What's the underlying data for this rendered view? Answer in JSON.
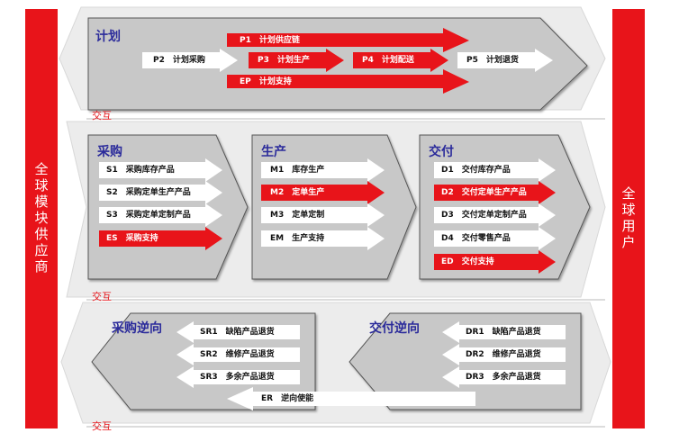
{
  "sides": {
    "left": "全球模块供应商",
    "right": "全球用户"
  },
  "interaction_label": "交互",
  "plan": {
    "title": "计划",
    "p1": "P1　计划供应链",
    "p2": "P2　计划采购",
    "p3": "P3　计划生产",
    "p4": "P4　计划配送",
    "p5": "P5　计划退货",
    "ep": "EP　计划支持"
  },
  "purchase": {
    "title": "采购",
    "items": [
      "S1　采购库存产品",
      "S2　采购定单生产产品",
      "S3　采购定单定制产品",
      "ES　采购支持"
    ]
  },
  "production": {
    "title": "生产",
    "items": [
      "M1　库存生产",
      "M2　定单生产",
      "M3　定单定制",
      "EM　生产支持"
    ]
  },
  "delivery": {
    "title": "交付",
    "items": [
      "D1　交付库存产品",
      "D2　交付定单生产产品",
      "D3　交付定单定制产品",
      "D4　交付零售产品",
      "ED　交付支持"
    ]
  },
  "reverse_purchase": {
    "title": "采购逆向",
    "items": [
      "SR1　缺陷产品退货",
      "SR2　维修产品退货",
      "SR3　多余产品退货"
    ]
  },
  "reverse_delivery": {
    "title": "交付逆向",
    "items": [
      "DR1　缺陷产品退货",
      "DR2　维修产品退货",
      "DR3　多余产品退货"
    ]
  },
  "er": "ER　逆向使能",
  "colors": {
    "red": "#e8141a",
    "gray": "#c8c8c8",
    "light_gray": "#ececec",
    "white": "#ffffff",
    "title_blue": "#2b2b9b"
  }
}
